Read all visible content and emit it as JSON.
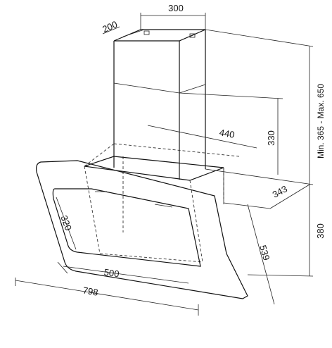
{
  "dimensions": {
    "chimney_width": "300",
    "chimney_depth": "200",
    "chimney_height_range": "Min. 365 - Max. 650",
    "duct_depth": "440",
    "duct_height": "330",
    "mount_depth": "343",
    "hood_height": "380",
    "glass_height": "320",
    "glass_diagonal": "539",
    "inner_width": "500",
    "total_width": "798"
  }
}
